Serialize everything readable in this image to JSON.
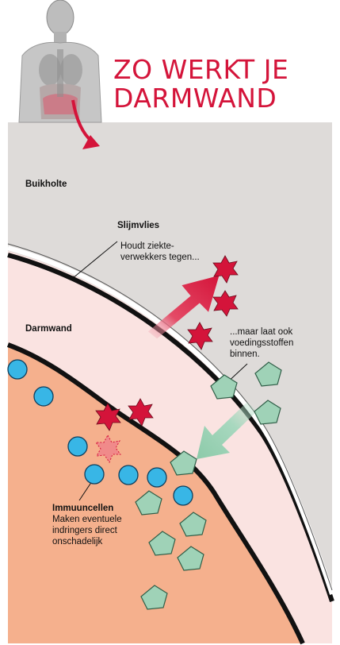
{
  "title": {
    "line1": "ZO WERKT JE",
    "line2": "DARMWAND"
  },
  "labels": {
    "abdomen": "Buikholte",
    "mucosa_title": "Slijmvlies",
    "mucosa_desc": "Houdt ziekte- verwekkers tegen...",
    "wall": "Darmwand",
    "nutrients_desc": "...maar laat ook voedingsstoffen binnen.",
    "immune_title": "Immuuncellen",
    "immune_desc": "Maken eventuele indringers direct onschadelijk"
  },
  "colors": {
    "accent": "#d4143a",
    "abdomen": "#dedbd9",
    "wall": "#fae3e1",
    "tissue": "#f5b08d",
    "immune_cell": "#38b6e6",
    "nutrient": "#9fd2b7",
    "pathogen": "#d4143a"
  }
}
